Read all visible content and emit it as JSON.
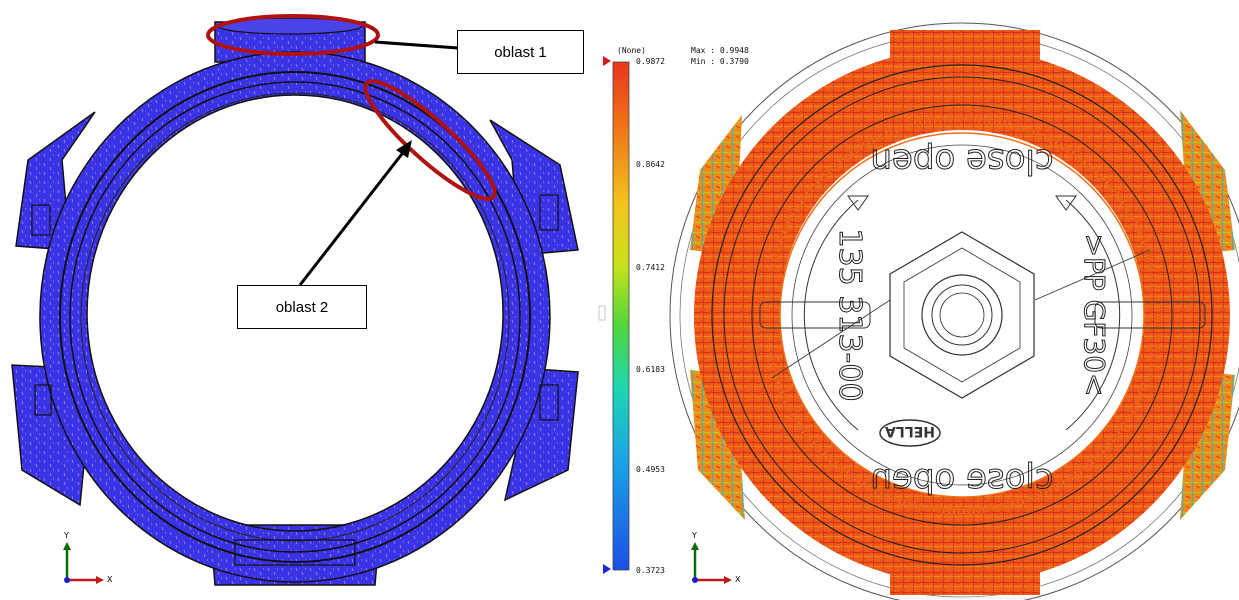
{
  "callouts": {
    "area1": "oblast 1",
    "area2": "oblast 2"
  },
  "colorbar": {
    "header": "(None)",
    "ticks": [
      "0.9872",
      "0.8642",
      "0.7412",
      "0.6183",
      "0.4953",
      "0.3723"
    ],
    "colors": [
      "#e8361a",
      "#f07a18",
      "#f2c51a",
      "#c8e21a",
      "#4fd63a",
      "#1ed7b0",
      "#1aa6e6",
      "#1c4fe6"
    ]
  },
  "stats": {
    "max": "Max : 0.9948",
    "min": "Min : 0.3790"
  },
  "part_text": {
    "top": "close open",
    "bottom": "close open",
    "left": "135 313-00",
    "right": ">PP GF30<",
    "logo": "HELLA"
  },
  "axes": {
    "y": "Y",
    "x": "X"
  },
  "colors": {
    "mesh_blue": "#3a33e6",
    "highlight_red": "#b01212",
    "fiber_orange": "#f0701a"
  }
}
